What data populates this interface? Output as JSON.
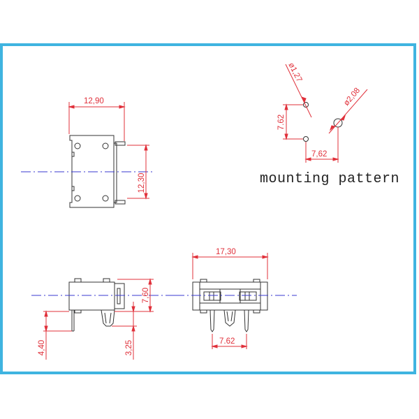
{
  "frame": {
    "border_color": "#3fb4e0"
  },
  "colors": {
    "dimension": "#e0303a",
    "outline": "#333333",
    "centerline": "#3a3ad0"
  },
  "top_view": {
    "width_dim": "12,90",
    "height_dim": "12,30"
  },
  "mounting_pattern": {
    "caption": "mounting pattern",
    "small_hole_dia": "ø1,27",
    "large_hole_dia": "ø2,08",
    "vertical_pitch": "7.62",
    "horizontal_pitch": "7,62"
  },
  "side_view": {
    "height_dim": "7,60",
    "pin_length_left": "4,40",
    "pin_length_right": "3,25"
  },
  "front_view": {
    "width_dim": "17,30",
    "pin_pitch": "7.62"
  }
}
